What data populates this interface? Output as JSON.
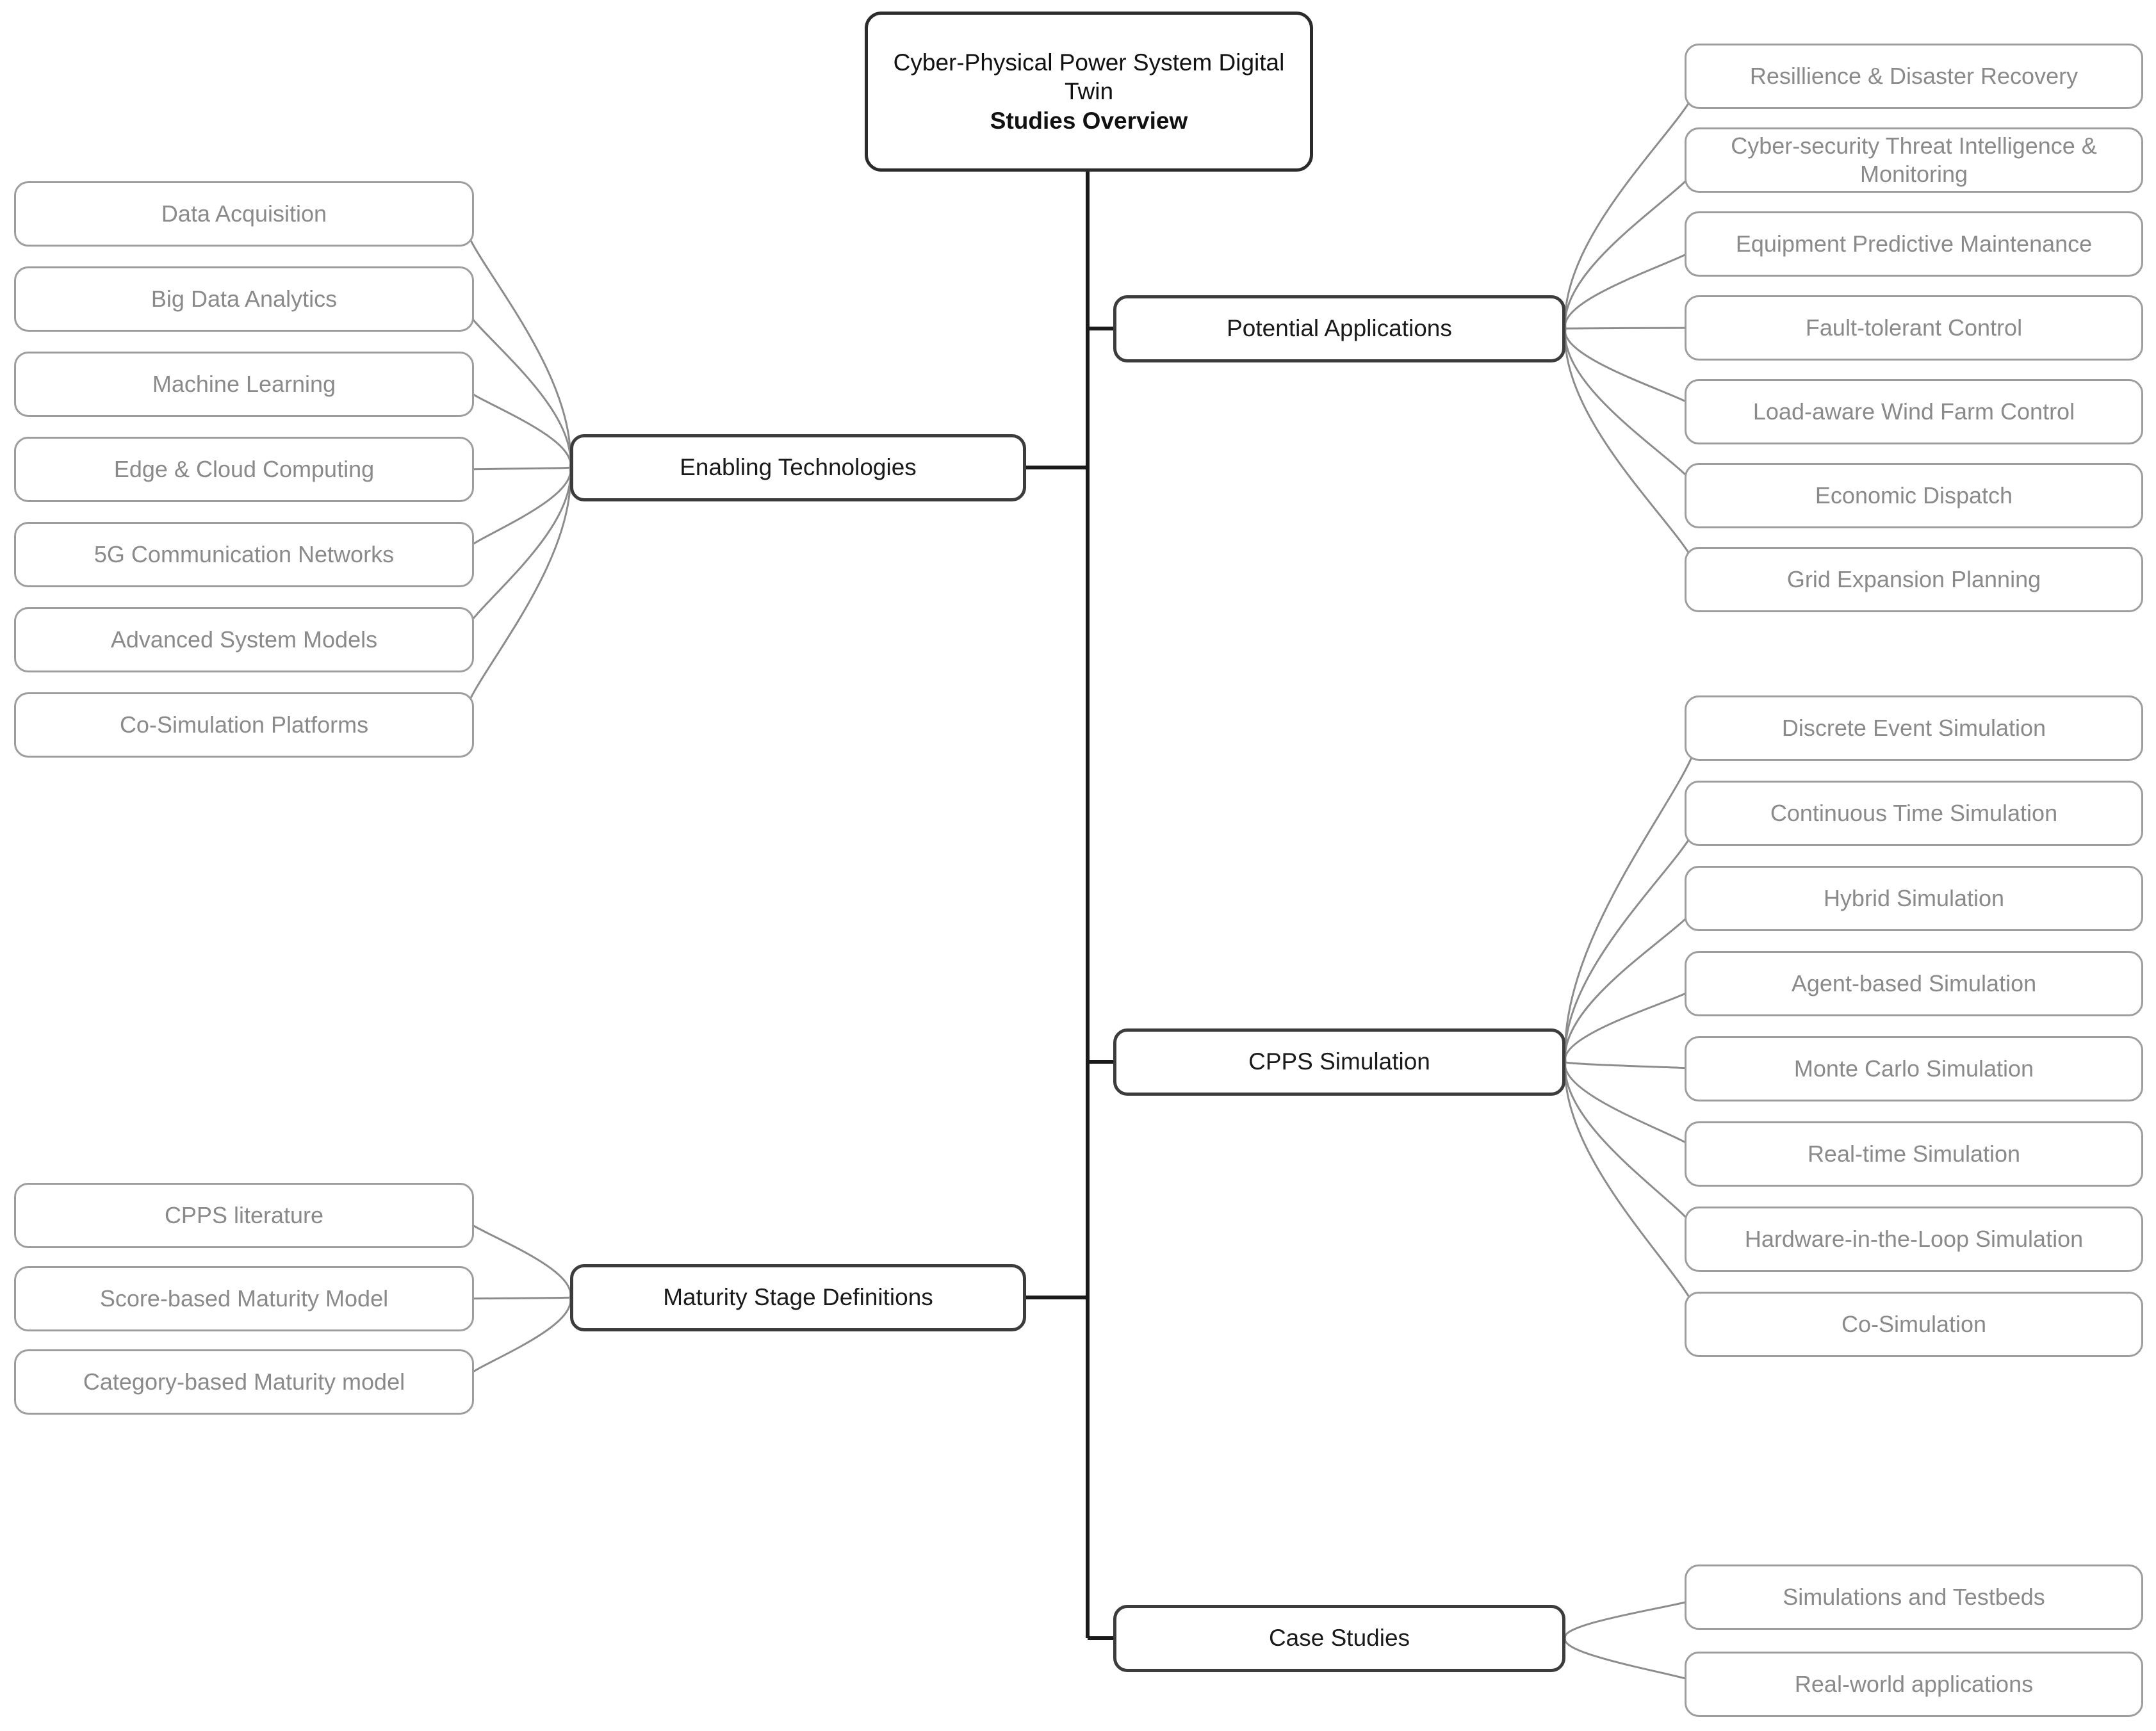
{
  "diagram": {
    "type": "mind-map",
    "title": "Cyber-Physical Power System Digital Twin Studies Overview",
    "colors": {
      "background": "#ffffff",
      "leaf_border": "#9d9d9d",
      "leaf_text": "#8a8a8a",
      "branch_border": "#3c3c3c",
      "branch_text": "#1a1a1a",
      "root_border": "#2b2b2b",
      "root_text": "#111111",
      "connector": "#8c8c8c",
      "trunk": "#1a1a1a"
    }
  },
  "root": {
    "line1": "Cyber-Physical Power System Digital Twin",
    "line2": "Studies Overview"
  },
  "branches": [
    {
      "id": "enabling-technologies",
      "label": "Enabling Technologies",
      "side": "left",
      "leaves": [
        "Data Acquisition",
        "Big Data Analytics",
        "Machine Learning",
        "Edge & Cloud Computing",
        "5G Communication Networks",
        "Advanced System Models",
        "Co-Simulation Platforms"
      ]
    },
    {
      "id": "maturity-stage-definitions",
      "label": "Maturity Stage Definitions",
      "side": "left",
      "leaves": [
        "CPPS literature",
        "Score-based Maturity Model",
        "Category-based Maturity model"
      ]
    },
    {
      "id": "potential-applications",
      "label": "Potential Applications",
      "side": "right",
      "leaves": [
        "Resillience & Disaster Recovery",
        "Cyber-security Threat Intelligence & Monitoring",
        "Equipment Predictive Maintenance",
        "Fault-tolerant Control",
        "Load-aware Wind Farm Control",
        "Economic Dispatch",
        "Grid Expansion Planning"
      ]
    },
    {
      "id": "cpps-simulation",
      "label": "CPPS Simulation",
      "side": "right",
      "leaves": [
        "Discrete Event Simulation",
        "Continuous Time Simulation",
        "Hybrid Simulation",
        "Agent-based Simulation",
        "Monte Carlo Simulation",
        "Real-time Simulation",
        "Hardware-in-the-Loop Simulation",
        "Co-Simulation"
      ]
    },
    {
      "id": "case-studies",
      "label": "Case Studies",
      "side": "right",
      "leaves": [
        "Simulations and Testbeds",
        "Real-world applications"
      ]
    }
  ]
}
